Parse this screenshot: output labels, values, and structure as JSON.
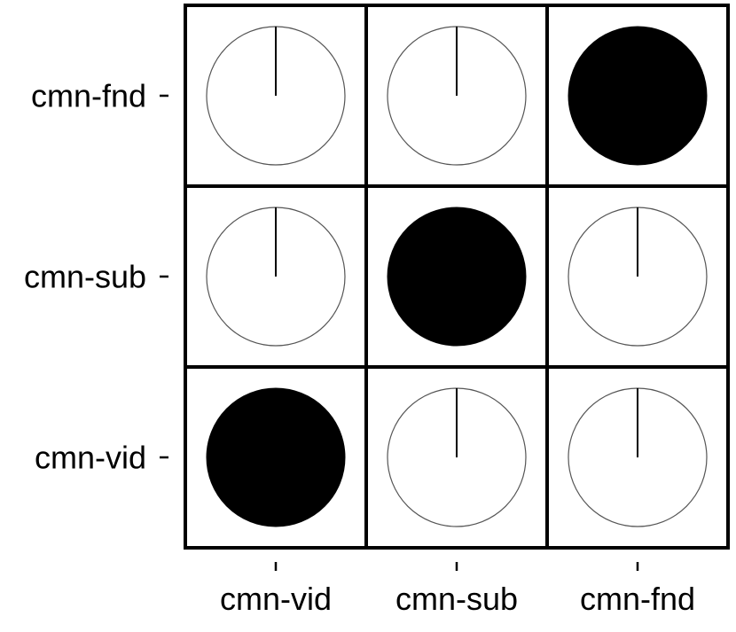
{
  "chart_data": {
    "type": "heatmap",
    "title": "",
    "xlabel": "",
    "ylabel": "",
    "x_categories": [
      "cmn-vid",
      "cmn-sub",
      "cmn-fnd"
    ],
    "y_categories": [
      "cmn-fnd",
      "cmn-sub",
      "cmn-vid"
    ],
    "cells": [
      {
        "row": "cmn-fnd",
        "col": "cmn-vid",
        "value": 0.0
      },
      {
        "row": "cmn-fnd",
        "col": "cmn-sub",
        "value": 0.0
      },
      {
        "row": "cmn-fnd",
        "col": "cmn-fnd",
        "value": 1.0
      },
      {
        "row": "cmn-sub",
        "col": "cmn-vid",
        "value": 0.0
      },
      {
        "row": "cmn-sub",
        "col": "cmn-sub",
        "value": 1.0
      },
      {
        "row": "cmn-sub",
        "col": "cmn-fnd",
        "value": 0.0
      },
      {
        "row": "cmn-vid",
        "col": "cmn-vid",
        "value": 1.0
      },
      {
        "row": "cmn-vid",
        "col": "cmn-sub",
        "value": 0.0
      },
      {
        "row": "cmn-vid",
        "col": "cmn-fnd",
        "value": 0.0
      }
    ],
    "value_range": [
      0,
      1
    ],
    "encoding": "pie",
    "grid": false,
    "legend": "none",
    "colors": {
      "fill": "#000000",
      "empty": "#ffffff",
      "outline": "#555555",
      "border": "#000000"
    }
  }
}
